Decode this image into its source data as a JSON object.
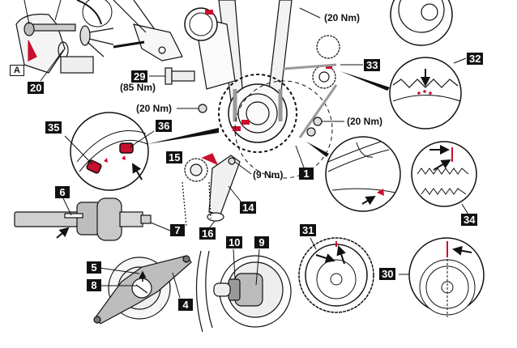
{
  "title": "Timing chain and camshaft alignment diagram",
  "colors": {
    "line": "#111111",
    "fill_grey": "#bdbdbd",
    "fill_light": "#e6e6e6",
    "accent_red": "#c8102e",
    "background": "#ffffff"
  },
  "labels": {
    "A": "A",
    "n20": "20",
    "n29": "29",
    "n36": "36",
    "n35": "35",
    "n33": "33",
    "n32": "32",
    "n15": "15",
    "n1": "1",
    "n14": "14",
    "n16": "16",
    "n6": "6",
    "n7": "7",
    "n34": "34",
    "n31": "31",
    "n30": "30",
    "n10": "10",
    "n9": "9",
    "n5": "5",
    "n8": "8",
    "n4": "4"
  },
  "torques": {
    "t29": "(85 Nm)",
    "t_left": "(20 Nm)",
    "t_top": "(20 Nm)",
    "t_right": "(20 Nm)",
    "t14": "(9 Nm)"
  }
}
